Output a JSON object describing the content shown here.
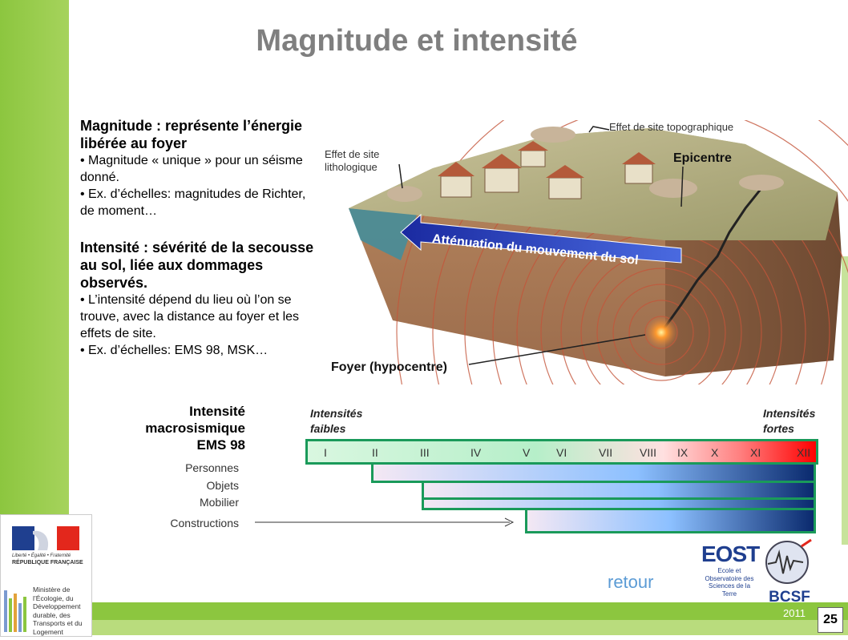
{
  "title": "Magnitude et intensité",
  "magnitude": {
    "heading": "Magnitude : représente l’énergie libérée au foyer",
    "bullet1": "• Magnitude « unique » pour un séisme donné.",
    "bullet2": "• Ex. d’échelles: magnitudes de Richter, de moment…"
  },
  "intensite": {
    "heading": "Intensité : sévérité de la secousse au sol, liée aux dommages observés.",
    "bullet1": "• L’intensité dépend du lieu où l’on se trouve, avec la distance au foyer et les effets de site.",
    "bullet2": "• Ex. d’échelles: EMS 98, MSK…"
  },
  "diagram": {
    "site_topo": "Effet de site topographique",
    "site_litho": "Effet de site lithologique",
    "epicentre": "Epicentre",
    "attenuation": "Atténuation du mouvement du sol",
    "foyer": "Foyer (hypocentre)"
  },
  "scale": {
    "title": "Intensité macrosismique EMS 98",
    "low": "Intensités faibles",
    "high": "Intensités fortes",
    "numerals": [
      "I",
      "II",
      "III",
      "IV",
      "V",
      "VI",
      "VII",
      "VIII",
      "IX",
      "X",
      "XI",
      "XII"
    ],
    "rows": [
      "Personnes",
      "Objets",
      "Mobilier",
      "Constructions"
    ]
  },
  "footer": {
    "retour": "retour",
    "year": "2011",
    "page": "25",
    "ministry": "Ministère de l’Écologie, du Développement durable, des Transports et du Logement",
    "republic": "RÉPUBLIQUE FRANÇAISE",
    "motto": "Liberté • Égalité • Fraternité",
    "eost": "EOST",
    "eost_sub": "Ecole et Observatoire des Sciences de la Terre",
    "bcsf": "BCSF"
  },
  "colors": {
    "green": "#8cc63f",
    "title_grey": "#7f7f7f",
    "scale_low": "#d9f7e0",
    "scale_high": "#ff0000",
    "blue_dark": "#0a2a6e"
  }
}
